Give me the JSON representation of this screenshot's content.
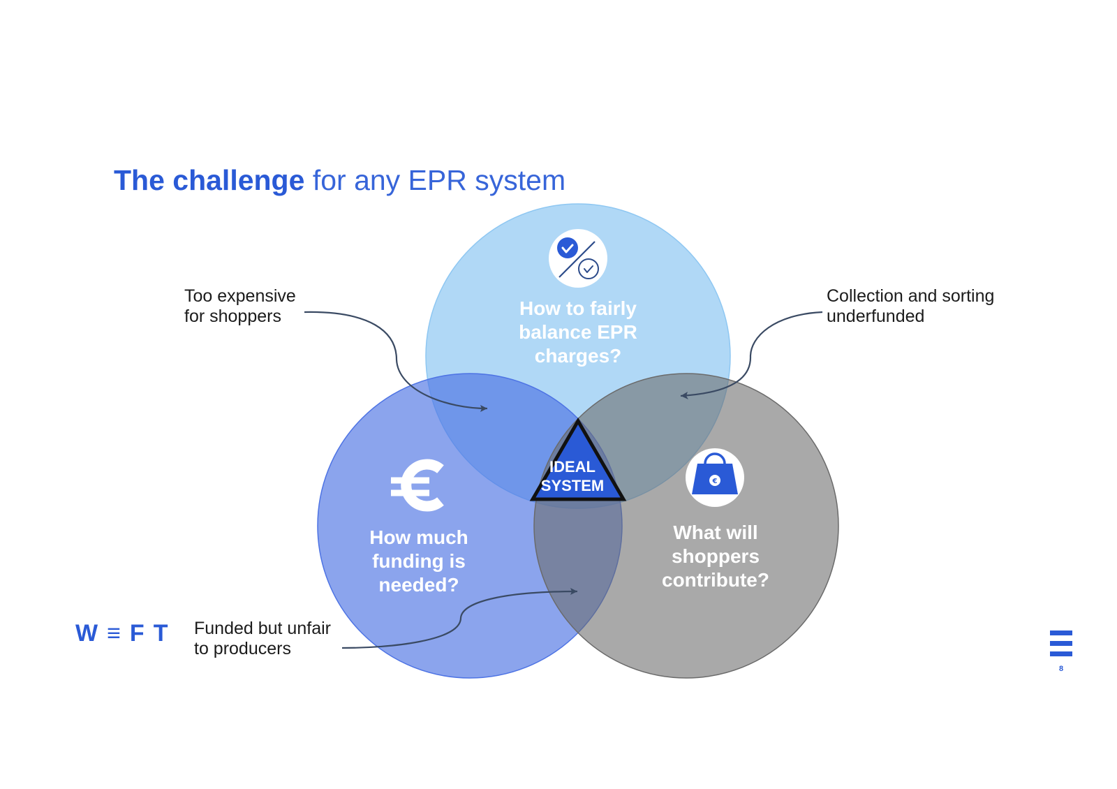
{
  "title": {
    "bold": "The challenge",
    "light": "for any EPR system"
  },
  "circles": {
    "top": {
      "lines": [
        "How to fairly",
        "balance EPR",
        "charges?"
      ],
      "icon": "percent-check-icon",
      "color": "#a9d4f5"
    },
    "left": {
      "lines": [
        "How much",
        "funding is",
        "needed?"
      ],
      "icon": "euro-icon",
      "color": "#7b93ea"
    },
    "right": {
      "lines": [
        "What will",
        "shoppers",
        "contribute?"
      ],
      "icon": "shopping-bag-euro-icon",
      "color": "#9b9b9b"
    }
  },
  "center": {
    "lines": [
      "IDEAL",
      "SYSTEM"
    ],
    "fill": "#2a5ad6"
  },
  "annotations": {
    "top_left": [
      "Too expensive",
      "for shoppers"
    ],
    "top_right": [
      "Collection and sorting",
      "underfunded"
    ],
    "bottom_left": [
      "Funded but unfair",
      "to producers"
    ]
  },
  "footer": {
    "logo": "W≡FT",
    "page_number": "8"
  },
  "colors": {
    "brand_blue": "#2a5ad6",
    "text_dark": "#1b1b1b"
  }
}
